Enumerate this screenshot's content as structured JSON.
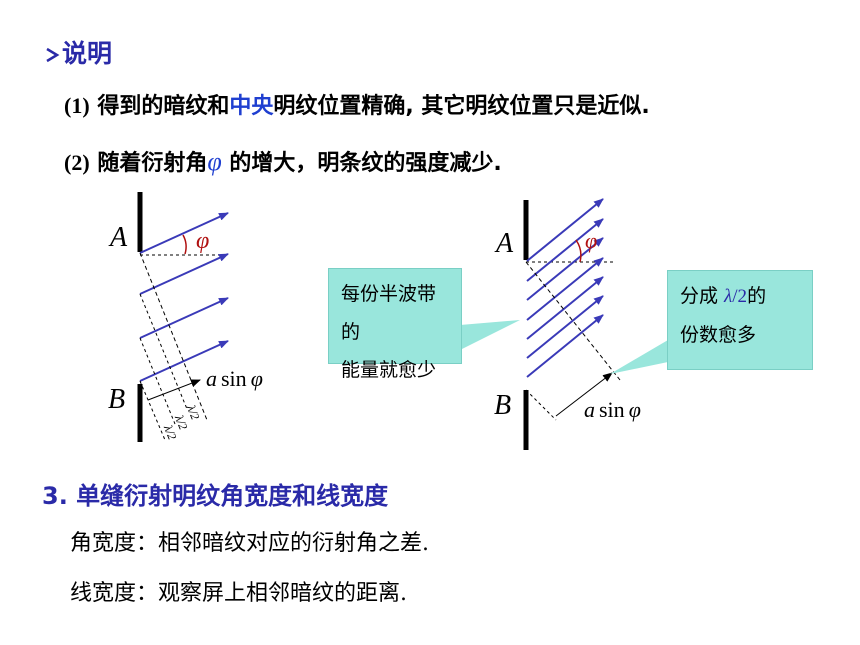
{
  "title": "说明",
  "line1": {
    "num": "(1)",
    "before": " 得到的暗纹和",
    "highlight": "中央",
    "after": "明纹位置精确, 其它明纹位置只是近似."
  },
  "line2": {
    "num": "(2)",
    "before": " 随着衍射角",
    "symbol": "φ",
    "after": " 的增大，明条纹的强度减少."
  },
  "left_diagram": {
    "label_a": "A",
    "label_b": "B",
    "angle": "φ",
    "a_sin": "a",
    "sin_word": "sin",
    "sin_phi": "φ",
    "half_wave": "λ/2"
  },
  "callout_left": {
    "line1": "每份半波带的",
    "line2": "能量就愈少"
  },
  "right_diagram": {
    "label_a": "A",
    "label_b": "B",
    "angle": "φ",
    "a_sin": "a",
    "sin_word": "sin",
    "sin_phi": "φ"
  },
  "callout_right": {
    "prefix": "分成 ",
    "lambda": "λ",
    "slash2": "/2",
    "suffix": "的",
    "line2": "份数愈多"
  },
  "section3": {
    "title": "3. 单缝衍射明纹角宽度和线宽度",
    "def1": "角宽度：相邻暗纹对应的衍射角之差.",
    "def2": "线宽度：观察屏上相邻暗纹的距离."
  },
  "colors": {
    "title": "#2a2aa8",
    "highlight": "#1f3fd0",
    "ray": "#3a3ab8",
    "angle_arc": "#b01010",
    "callout_bg": "#99e6dc"
  }
}
